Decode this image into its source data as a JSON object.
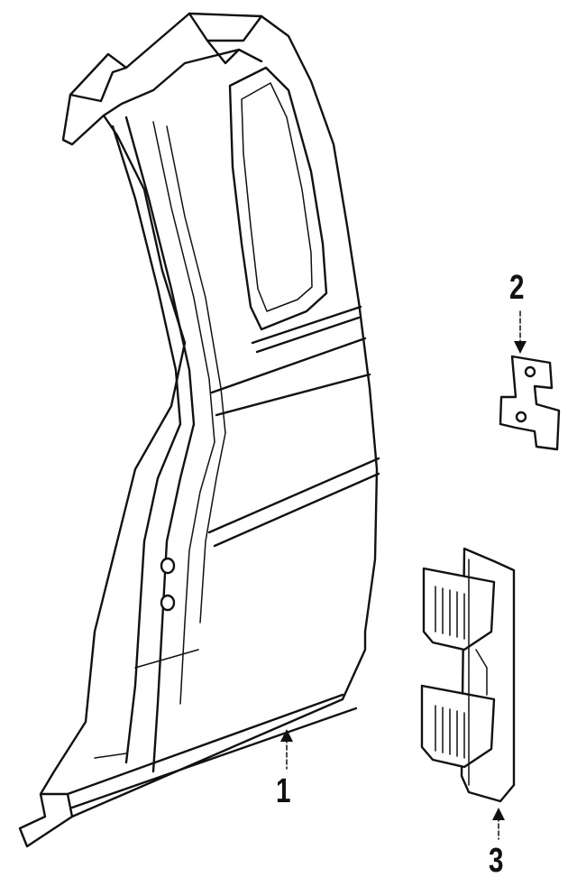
{
  "diagram": {
    "callouts": [
      {
        "id": "1",
        "label": "1"
      },
      {
        "id": "2",
        "label": "2"
      },
      {
        "id": "3",
        "label": "3"
      }
    ]
  },
  "colors": {
    "ink": "#111111",
    "background": "#ffffff"
  }
}
